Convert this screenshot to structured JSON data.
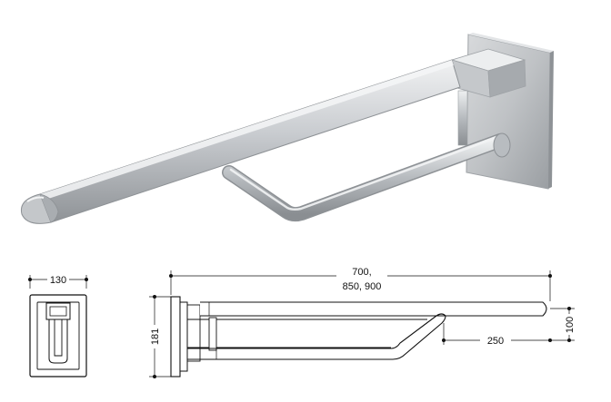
{
  "product": {
    "name": "",
    "colors": {
      "steel_light": "#e6e8ea",
      "steel_mid": "#b9bdc1",
      "steel_dark": "#8d9195",
      "line": "#111111"
    }
  },
  "dimensions": {
    "width_plate": "130",
    "length_line1": "700,",
    "length_line2": "850, 900",
    "height": "181",
    "gap": "100",
    "arm": "250"
  }
}
